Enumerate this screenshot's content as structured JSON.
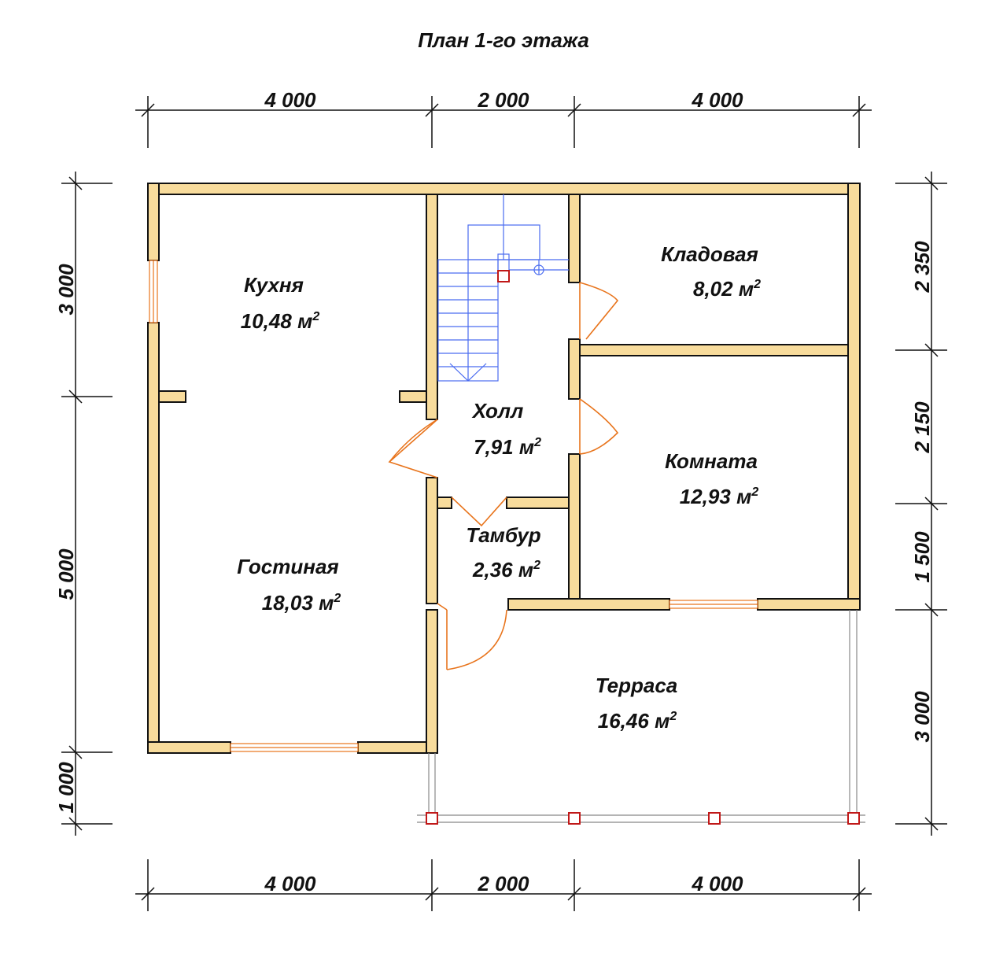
{
  "plan": {
    "title": "План 1-го этажа",
    "area_unit": "м",
    "area_unit_exp": "2"
  },
  "dimensions": {
    "top": [
      "4 000",
      "2 000",
      "4 000"
    ],
    "bottom": [
      "4 000",
      "2 000",
      "4 000"
    ],
    "left": [
      "3 000",
      "5 000",
      "1 000"
    ],
    "right": [
      "2 350",
      "2 150",
      "1 500",
      "3 000"
    ]
  },
  "rooms": [
    {
      "name": "Кухня",
      "area": "10,48"
    },
    {
      "name": "Гостиная",
      "area": "18,03"
    },
    {
      "name": "Холл",
      "area": "7,91"
    },
    {
      "name": "Тамбур",
      "area": "2,36"
    },
    {
      "name": "Кладовая",
      "area": "8,02"
    },
    {
      "name": "Комната",
      "area": "12,93"
    },
    {
      "name": "Терраса",
      "area": "16,46"
    }
  ],
  "colors": {
    "wall_fill": "#f8dc9c",
    "door": "#e8741c",
    "stair": "#4a6cf0",
    "post": "#c01818"
  }
}
